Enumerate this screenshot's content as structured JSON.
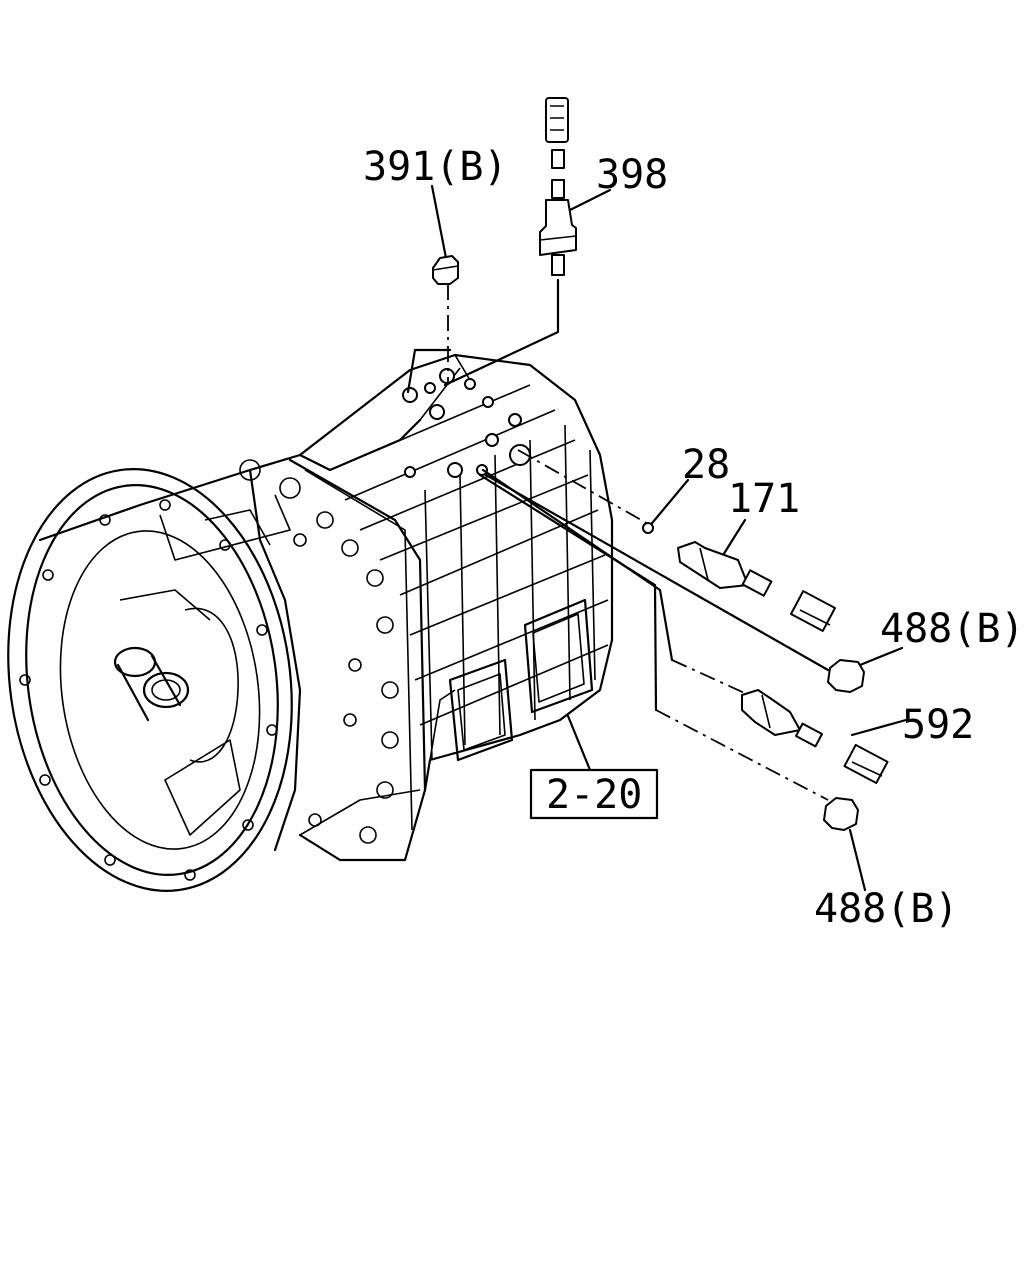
{
  "labels": {
    "p391b": "391(B)",
    "p398": "398",
    "p28": "28",
    "p171": "171",
    "p488b_top": "488(B)",
    "p592": "592",
    "p488b_bottom": "488(B)",
    "ref_2_20": "2-20"
  },
  "colors": {
    "line": "#000000",
    "background": "#ffffff"
  }
}
